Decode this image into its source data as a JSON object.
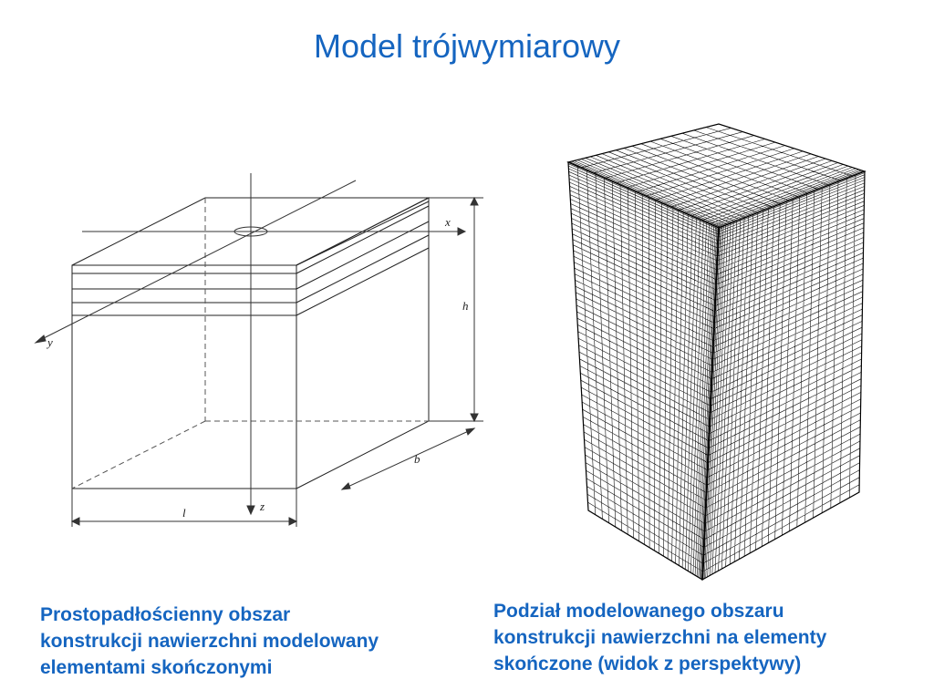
{
  "title": "Model trójwymiarowy",
  "left_figure": {
    "axis_labels": {
      "x": "x",
      "y": "y",
      "z": "z",
      "h": "h",
      "b": "b",
      "l": "l"
    }
  },
  "captions": {
    "left": [
      "Prostopadłościenny obszar",
      "konstrukcji nawierzchni modelowany",
      "elementami skończonymi"
    ],
    "right": [
      "Podział modelowanego obszaru",
      "konstrukcji nawierzchni na elementy",
      "skończone (widok z perspektywy)"
    ]
  },
  "colors": {
    "accent": "#1565c0",
    "line": "#222222"
  }
}
